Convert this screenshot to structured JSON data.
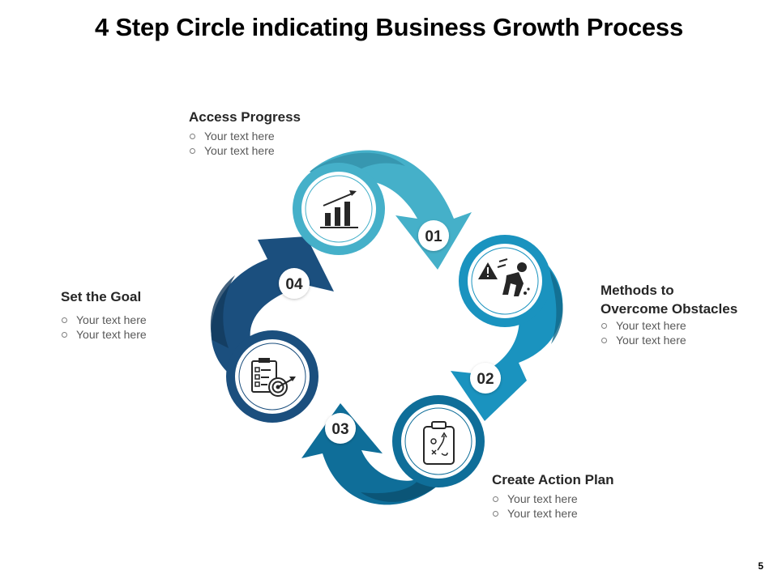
{
  "title": "4 Step Circle indicating Business Growth Process",
  "page_number": "5",
  "colors": {
    "step1": "#45b0c9",
    "step2": "#1a93bf",
    "step3": "#0f6e99",
    "step4": "#1b4f7e",
    "badge_text": "#262626",
    "icon": "#262626"
  },
  "steps": [
    {
      "number": "01",
      "heading": "Access Progress",
      "icon": "bar-chart-growth-icon",
      "bullets": [
        "Your text here",
        "Your text here"
      ]
    },
    {
      "number": "02",
      "heading_line1": "Methods to",
      "heading_line2": "Overcome Obstacles",
      "icon": "hazard-obstacle-icon",
      "bullets": [
        "Your text here",
        "Your text here"
      ]
    },
    {
      "number": "03",
      "heading": "Create Action Plan",
      "icon": "clipboard-plan-icon",
      "bullets": [
        "Your text here",
        "Your text here"
      ]
    },
    {
      "number": "04",
      "heading": "Set the Goal",
      "icon": "checklist-target-icon",
      "bullets": [
        "Your text here",
        "Your text here"
      ]
    }
  ]
}
